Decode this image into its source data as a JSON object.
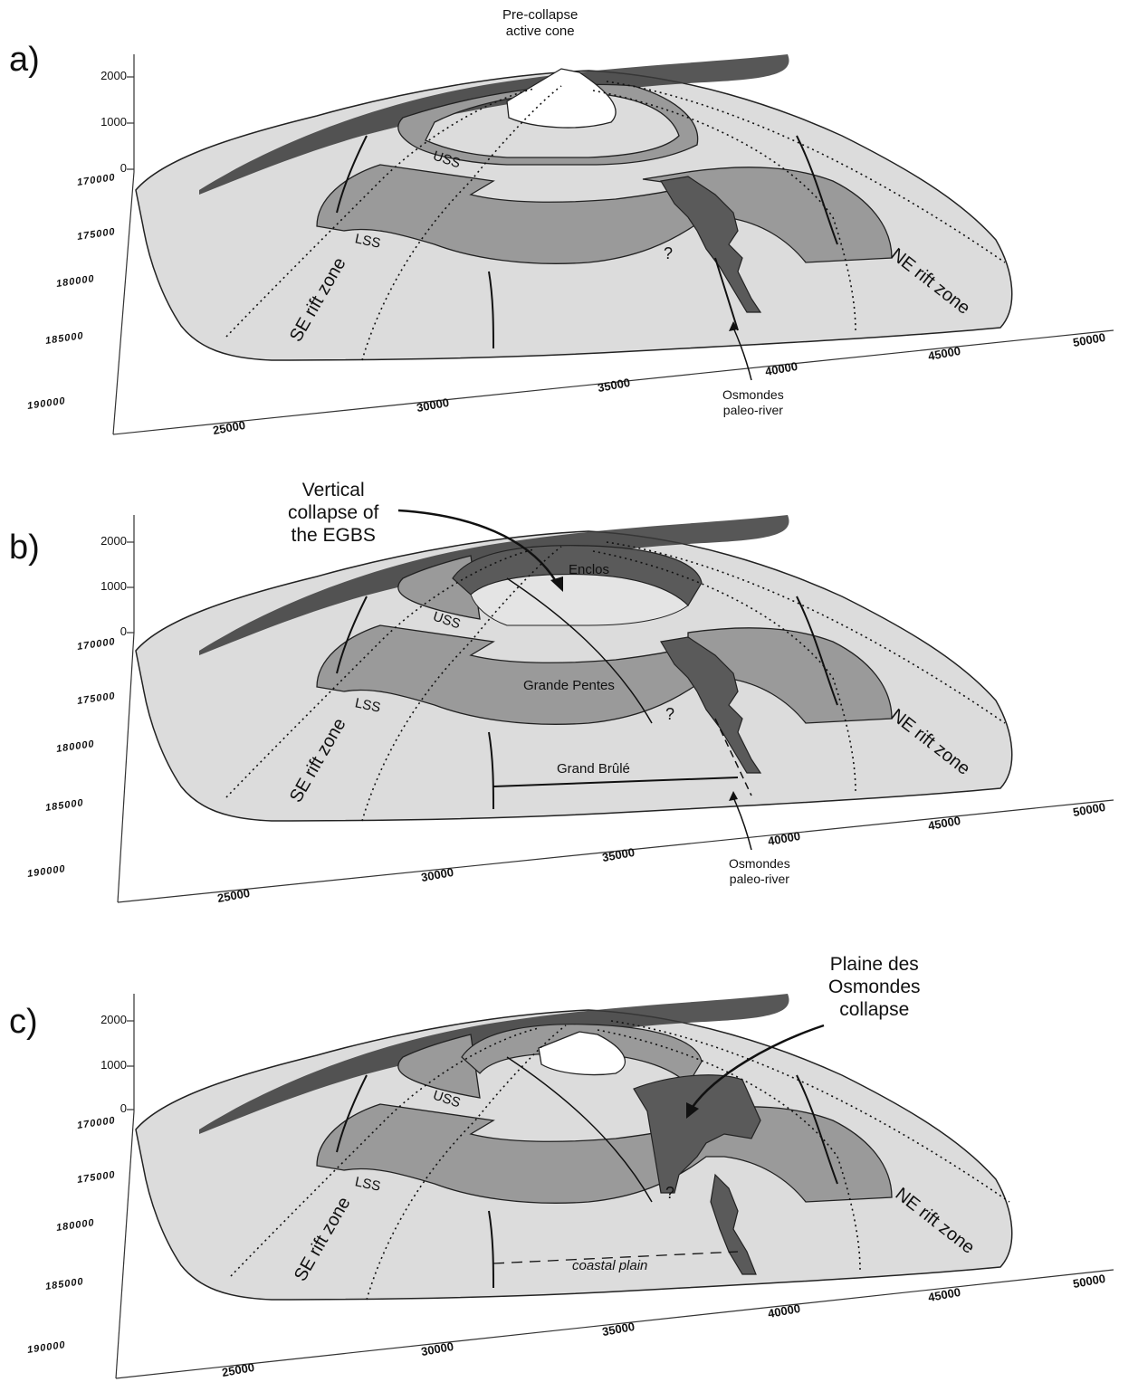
{
  "panels": [
    {
      "letter": "a)",
      "ann_top": [
        "Pre-collapse",
        "active cone"
      ],
      "ann_big": [],
      "river": [
        "Osmondes",
        "paleo-river"
      ],
      "labels": {
        "uss": "USS",
        "lss": "LSS",
        "q": "?",
        "enclos": "",
        "grande_pentes": "",
        "grand_brule": "",
        "coastal": ""
      }
    },
    {
      "letter": "b)",
      "ann_top": [],
      "ann_big": [
        "Vertical",
        "collapse of",
        "the EGBS"
      ],
      "river": [
        "Osmondes",
        "paleo-river"
      ],
      "labels": {
        "uss": "USS",
        "lss": "LSS",
        "q": "?",
        "enclos": "Enclos",
        "grande_pentes": "Grande Pentes",
        "grand_brule": "Grand Brûlé",
        "coastal": ""
      }
    },
    {
      "letter": "c)",
      "ann_top": [],
      "ann_big": [
        "Plaine des",
        "Osmondes",
        "collapse"
      ],
      "river": [],
      "labels": {
        "uss": "USS",
        "lss": "LSS",
        "q": "?",
        "enclos": "",
        "grande_pentes": "",
        "grand_brule": "",
        "coastal": "coastal plain"
      }
    }
  ],
  "axes": {
    "z_ticks": [
      "2000",
      "1000",
      "0"
    ],
    "y_ticks": [
      "170000",
      "175000",
      "180000",
      "185000",
      "190000"
    ],
    "x_ticks": [
      "25000",
      "30000",
      "35000",
      "40000",
      "45000",
      "50000"
    ]
  },
  "rift_zones": {
    "se": "SE rift zone",
    "ne": "NE rift zone"
  },
  "colors": {
    "ring": "#9a9a9a",
    "dark": "#5a5a5a",
    "terrain": "#dcdcdc",
    "cliff": "#3a3a3a"
  }
}
